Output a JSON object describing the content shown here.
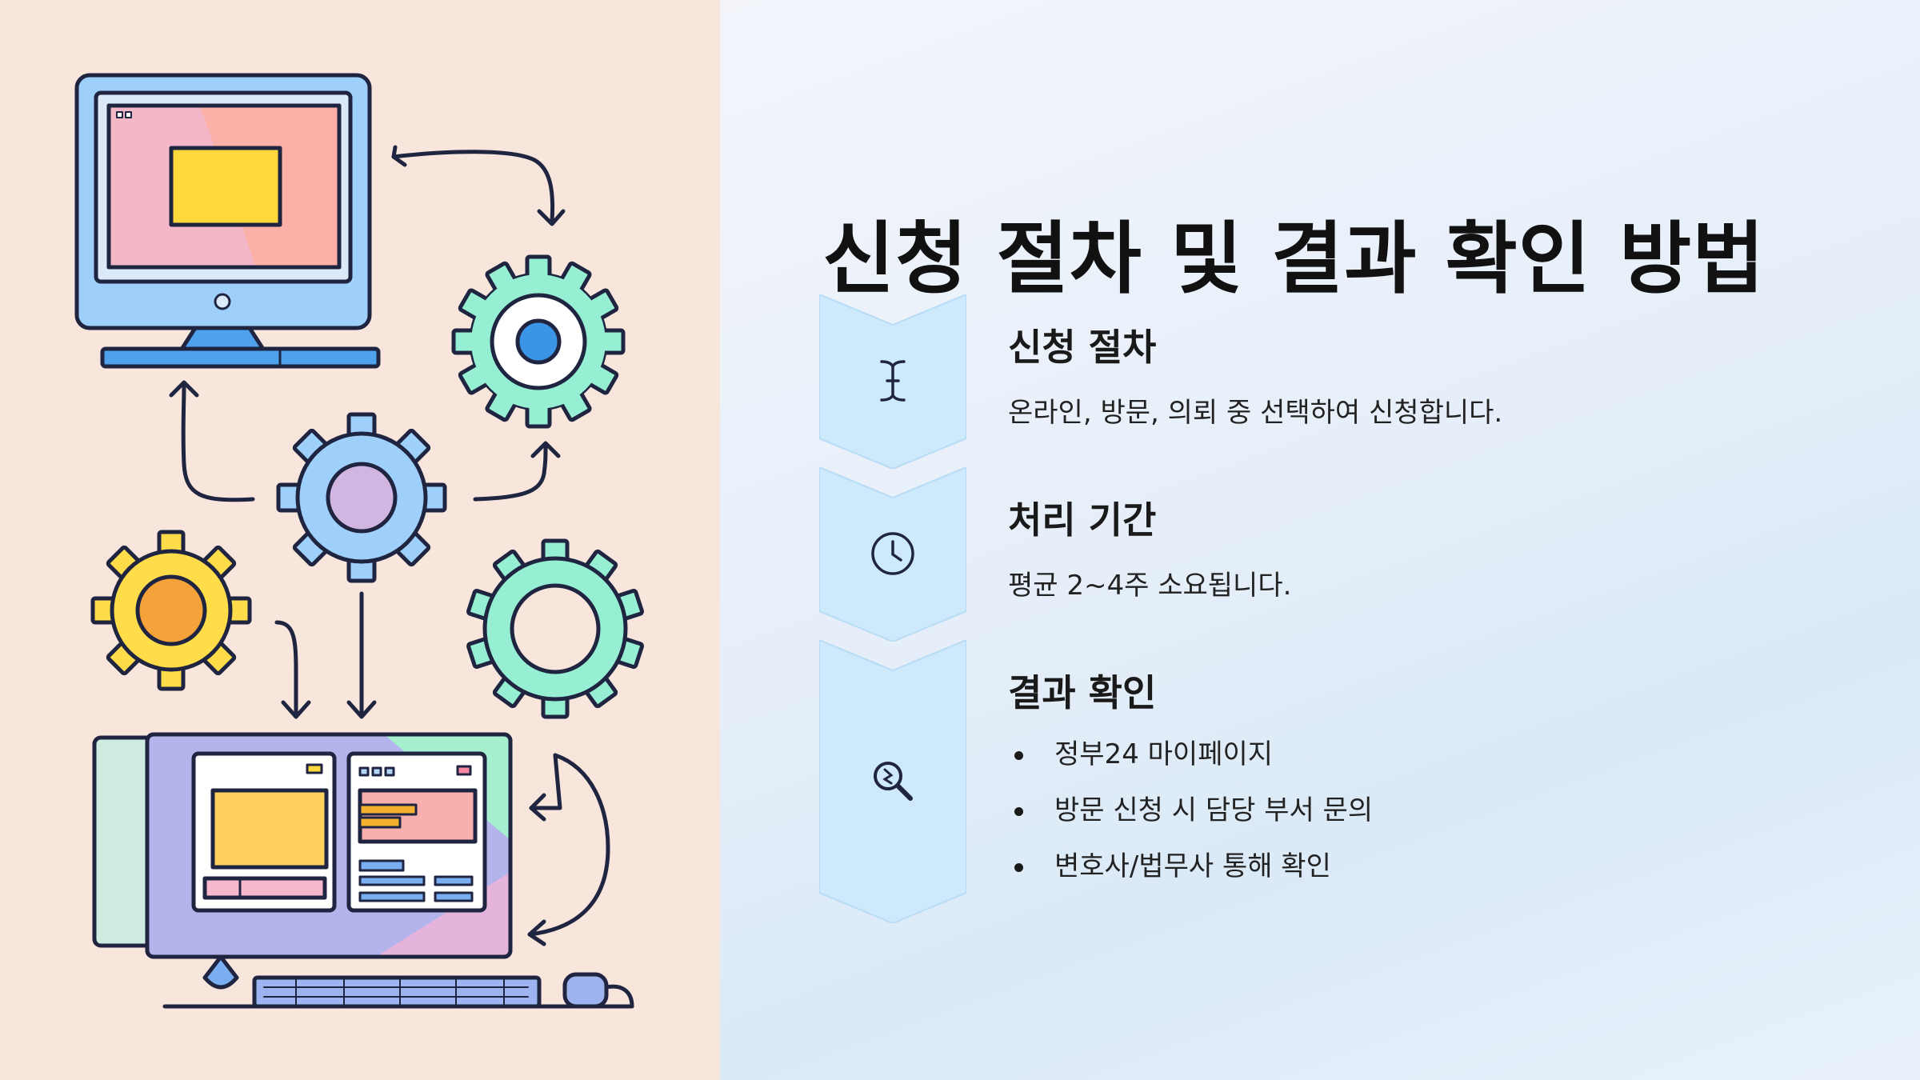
{
  "title": "신청 절차 및 결과 확인 방법",
  "colors": {
    "left_background": "#f8e5db",
    "chevron_fill": "#cde9fb",
    "outline": "#1f2540",
    "gear_green": "#97efd3",
    "gear_blue": "#9fd0fb",
    "gear_yellow": "#ffdd4a"
  },
  "steps": [
    {
      "title": "신청 절차",
      "icon": "text-cursor-icon",
      "description": "온라인, 방문, 의뢰 중 선택하여 신청합니다."
    },
    {
      "title": "처리 기간",
      "icon": "clock-icon",
      "description": "평균 2~4주 소요됩니다."
    },
    {
      "title": "결과 확인",
      "icon": "search-icon",
      "bullets": [
        "정부24 마이페이지",
        "방문 신청 시 담당 부서 문의",
        "변호사/법무사 통해 확인"
      ]
    }
  ],
  "illustration": {
    "icons": [
      "monitor-icon",
      "gear-icon",
      "arrow-icon",
      "keyboard-icon",
      "mouse-icon"
    ]
  }
}
